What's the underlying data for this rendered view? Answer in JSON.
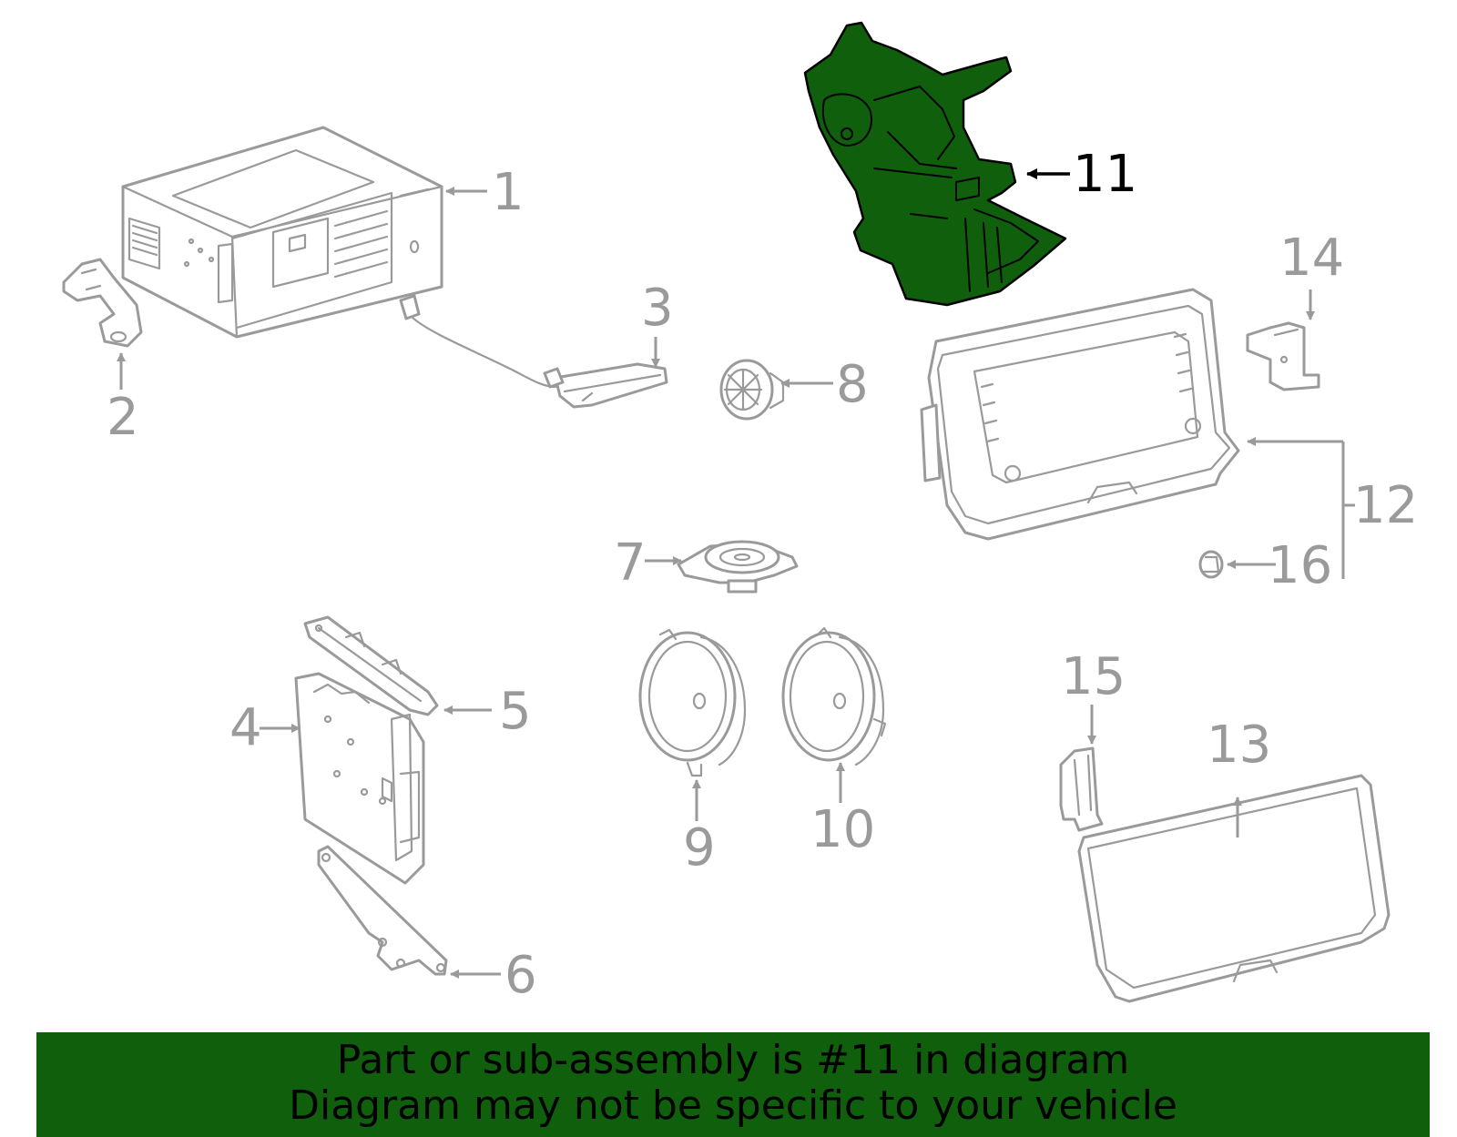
{
  "diagram": {
    "highlighted_part": "11",
    "callouts": [
      "1",
      "2",
      "3",
      "4",
      "5",
      "6",
      "7",
      "8",
      "9",
      "10",
      "11",
      "12",
      "13",
      "14",
      "15",
      "16"
    ],
    "colors": {
      "highlight": "#0f5f0c",
      "line": "#9a9a9a",
      "highlight_text": "#000000"
    }
  },
  "banner": {
    "line1": "Part or sub-assembly is #11 in diagram",
    "line2": "Diagram may not be specific to your vehicle"
  }
}
